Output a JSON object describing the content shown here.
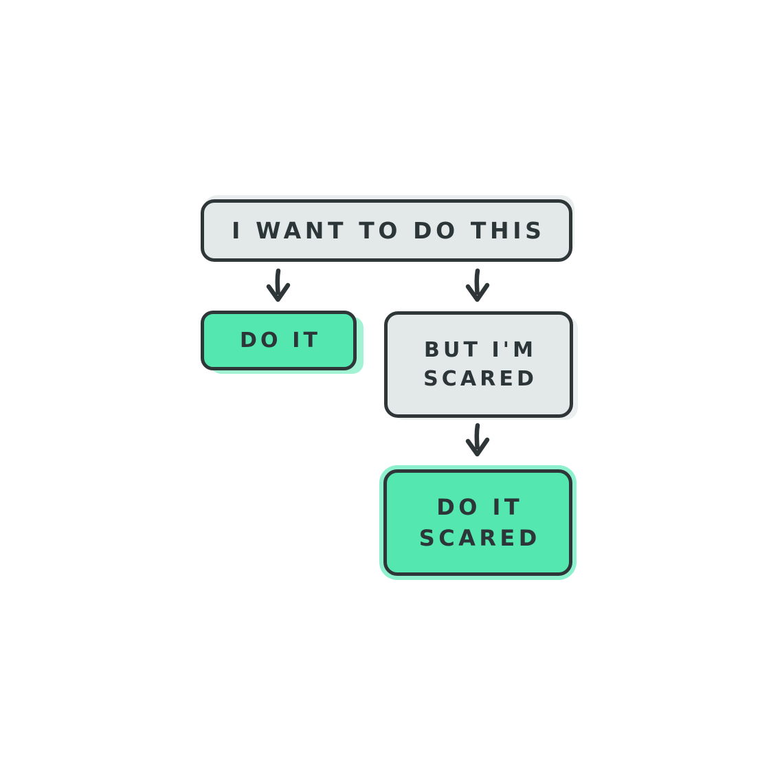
{
  "diagram": {
    "title": "do-it-scared-flowchart",
    "palette": {
      "background": "#ffffff",
      "ink": "#2e3638",
      "gray_fill": "#e3e8e8",
      "gray_halo": "#e9eded",
      "green_fill": "#55e7b0",
      "green_halo": "#8df1cd"
    },
    "nodes": {
      "root": {
        "label": "I WANT TO DO THIS",
        "variant": "gray"
      },
      "do_it": {
        "label": "DO IT",
        "variant": "green"
      },
      "but_scared": {
        "line1": "BUT I'M",
        "line2": "SCARED",
        "variant": "gray"
      },
      "do_it_scared": {
        "line1": "DO IT",
        "line2": "SCARED",
        "variant": "green"
      }
    },
    "edges": [
      {
        "from": "root",
        "to": "do_it",
        "icon": "arrow-down"
      },
      {
        "from": "root",
        "to": "but_scared",
        "icon": "arrow-down"
      },
      {
        "from": "but_scared",
        "to": "do_it_scared",
        "icon": "arrow-down"
      }
    ]
  }
}
